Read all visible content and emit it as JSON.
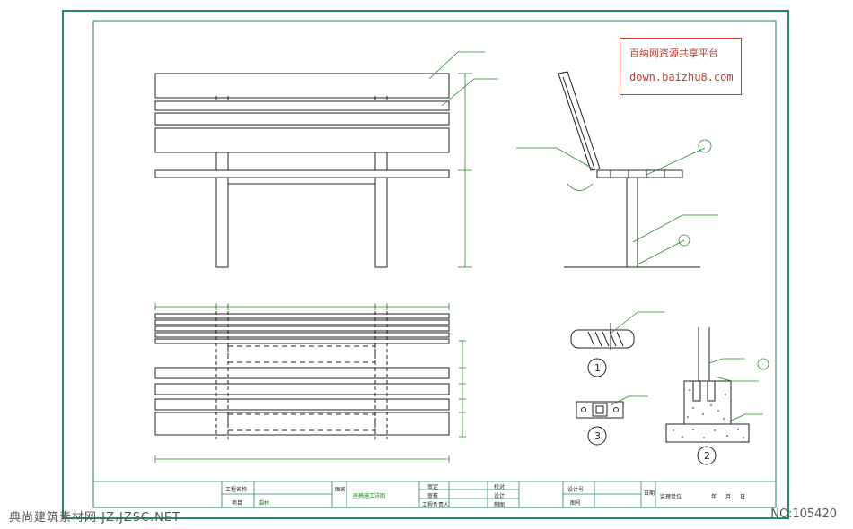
{
  "title_block": {
    "project_name_label": "工程名称",
    "item_label": "项目",
    "item_value": "園林",
    "drawing_label": "图名",
    "drawing_title": "座椅施工详图",
    "approve_label": "审定",
    "review_label": "审核",
    "project_lead_label": "工程负责人",
    "check_label": "校对",
    "design_label": "设计",
    "draw_label": "制图",
    "drawing_no_label": "设计号",
    "sheet_label": "图号",
    "date_label": "日期",
    "company_label": "监理单位",
    "year_label": "年",
    "month_label": "月",
    "day_label": "日"
  },
  "stamp": {
    "name": "百纳网资源共享平台",
    "url": "down.baizhu8.com"
  },
  "watermark": {
    "left": "典尚建筑素材网 JZ.JZSC.NET",
    "right": "NO:105420"
  },
  "details": {
    "detail_1": "1",
    "detail_2": "2",
    "detail_3": "3"
  },
  "colors": {
    "border": "#1f8a6a",
    "line": "#222222",
    "leader": "#2a8a2a",
    "stamp": "#c0392b"
  }
}
